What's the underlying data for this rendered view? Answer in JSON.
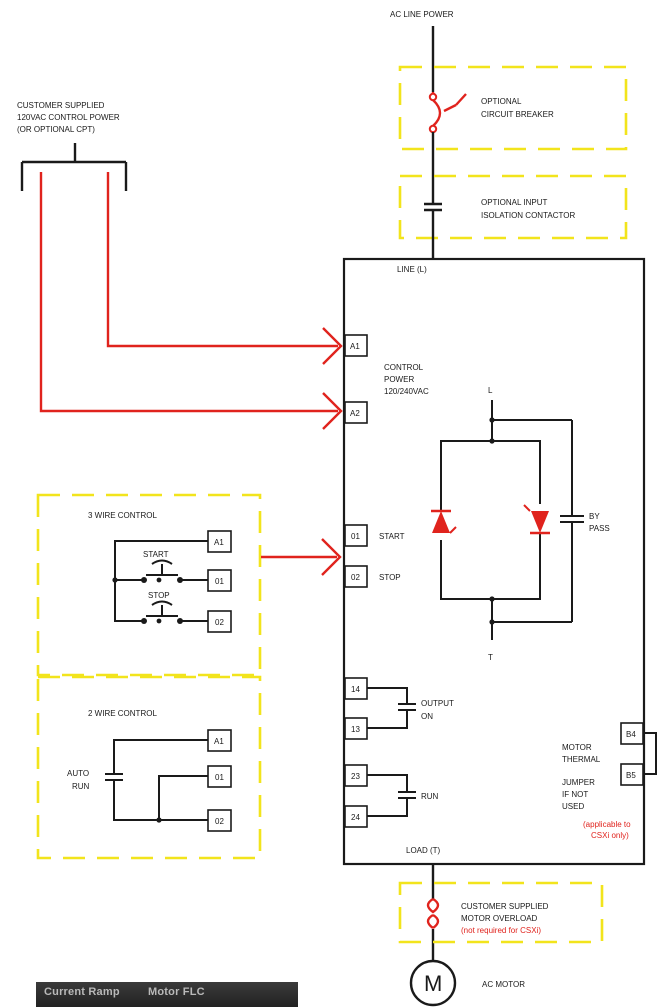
{
  "labels": {
    "ac_line_power": "AC LINE POWER",
    "breaker_1": "OPTIONAL",
    "breaker_2": "CIRCUIT BREAKER",
    "contactor_1": "OPTIONAL INPUT",
    "contactor_2": "ISOLATION CONTACTOR",
    "customer_1": "CUSTOMER SUPPLIED",
    "customer_2": "120VAC CONTROL POWER",
    "customer_3": "(OR OPTIONAL CPT)",
    "line_l": "LINE (L)",
    "control_1": "CONTROL",
    "control_2": "POWER",
    "control_3": "120/240VAC",
    "l": "L",
    "t": "T",
    "bypass_1": "BY",
    "bypass_2": "PASS",
    "start": "START",
    "stop": "STOP",
    "three_wire": "3 WIRE CONTROL",
    "two_wire": "2 WIRE CONTROL",
    "sw_start": "START",
    "sw_stop": "STOP",
    "auto_1": "AUTO",
    "auto_2": "RUN",
    "output_1": "OUTPUT",
    "output_2": "ON",
    "run": "RUN",
    "motor_1": "MOTOR",
    "motor_2": "THERMAL",
    "jumper_1": "JUMPER",
    "jumper_2": "IF NOT",
    "jumper_3": "USED",
    "applicable_1": "(applicable to",
    "applicable_2": "CSXi only)",
    "load_t": "LOAD (T)",
    "overload_1": "CUSTOMER SUPPLIED",
    "overload_2": "MOTOR OVERLOAD",
    "overload_3": "(not required for CSXi)",
    "motor_symbol": "M",
    "ac_motor": "AC MOTOR"
  },
  "terminals": {
    "a1": "A1",
    "a2": "A2",
    "t01": "01",
    "t02": "02",
    "t14": "14",
    "t13": "13",
    "t23": "23",
    "t24": "24",
    "b4": "B4",
    "b5": "B5",
    "w3_a1": "A1",
    "w3_01": "01",
    "w3_02": "02",
    "w2_a1": "A1",
    "w2_01": "01",
    "w2_02": "02"
  },
  "photo": {
    "text_1": "Current Ramp",
    "text_2": "Motor FLC"
  },
  "colors": {
    "wire": "#1a1a1a",
    "control_wire": "#e0231d",
    "optional_box": "#f2e41c",
    "scr": "#e0231d"
  }
}
